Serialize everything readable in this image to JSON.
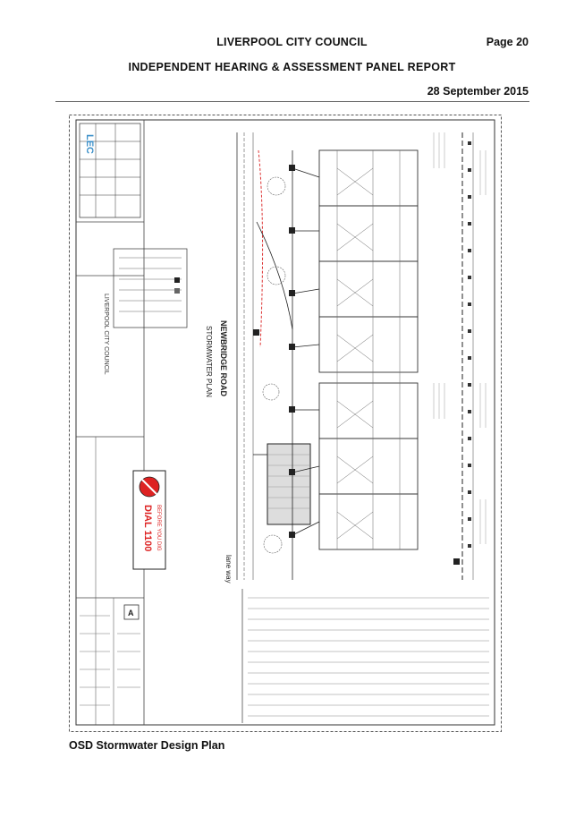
{
  "header": {
    "council": "LIVERPOOL CITY COUNCIL",
    "page": "Page 20",
    "report_title": "INDEPENDENT HEARING & ASSESSMENT PANEL REPORT",
    "date": "28 September 2015"
  },
  "plan": {
    "road_name": "NEWBRIDGE ROAD",
    "plan_title": "STORMWATER PLAN",
    "lane_name": "lane way",
    "council_block": "LIVERPOOL CITY COUNCIL",
    "dial_label": "DIAL 1100",
    "dial_sub": "BEFORE YOU DIG",
    "logo_text": "LEC",
    "revision_letter": "A"
  },
  "caption": "OSD Stormwater Design Plan"
}
